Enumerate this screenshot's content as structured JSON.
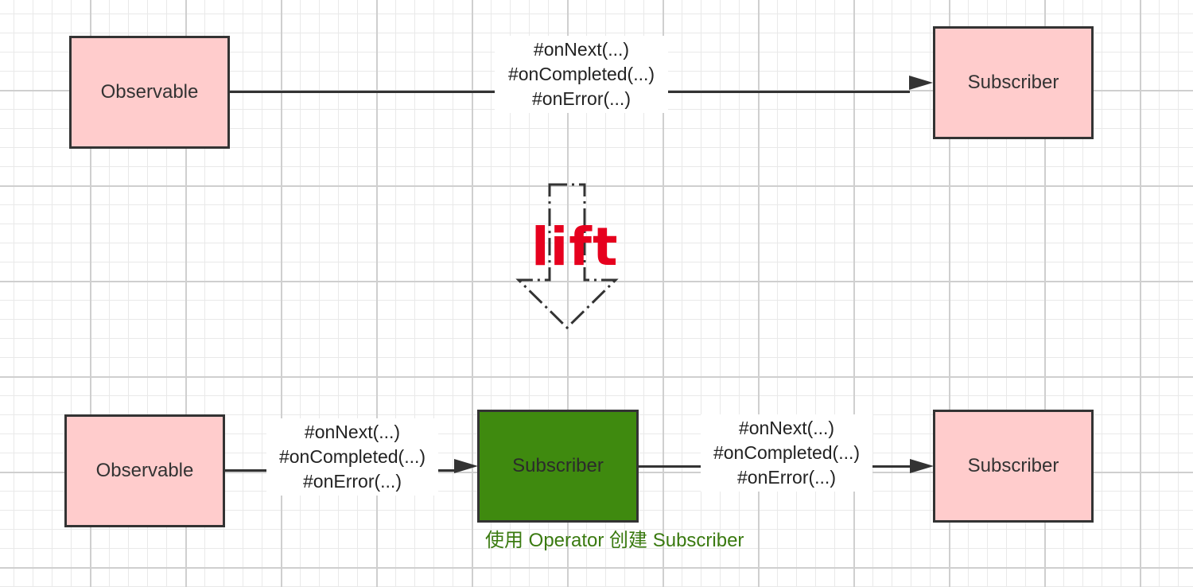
{
  "top_row": {
    "source_label": "Observable",
    "target_label": "Subscriber",
    "messages": [
      "#onNext(...)",
      "#onCompleted(...)",
      "#onError(...)"
    ]
  },
  "transform": {
    "label": "lift"
  },
  "bottom_row": {
    "source_label": "Observable",
    "middle_label": "Subscriber",
    "target_label": "Subscriber",
    "messages_left": [
      "#onNext(...)",
      "#onCompleted(...)",
      "#onError(...)"
    ],
    "messages_right": [
      "#onNext(...)",
      "#onCompleted(...)",
      "#onError(...)"
    ],
    "caption": "使用 Operator 创建 Subscriber"
  },
  "colors": {
    "box_fill": "#ffcccc",
    "operator_fill": "#3f8a0f",
    "lift_text": "#e6001e",
    "caption_text": "#3a7a10"
  }
}
